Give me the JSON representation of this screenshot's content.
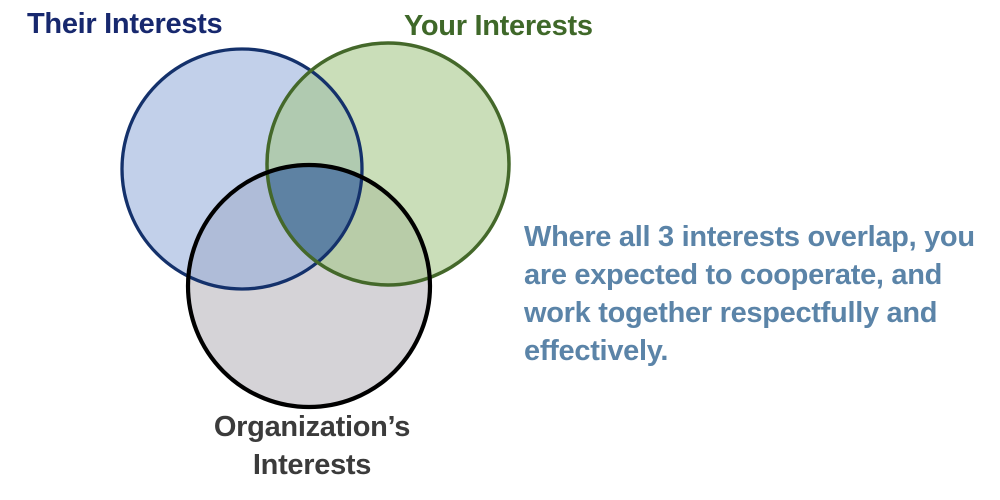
{
  "page": {
    "background": "#FFFFFF"
  },
  "diagram": {
    "type": "venn",
    "description": "Three-circle Venn diagram of overlapping interests",
    "sets": [
      {
        "id": "their",
        "label": "Their Interests",
        "label_color": "#17286E",
        "fill": "#8FA9D9",
        "stroke": "#14316B"
      },
      {
        "id": "your",
        "label": "Your Interests",
        "label_color": "#3F6829",
        "fill": "#A3C687",
        "stroke": "#44682A"
      },
      {
        "id": "organization",
        "label": "Organization’s Interests",
        "label_lines": {
          "line1": "Organization’s",
          "line2": "Interests"
        },
        "label_color": "#3B3B3B",
        "fill": "#ABA7AF",
        "stroke": "#000000"
      }
    ],
    "center_overlap_color": "#5E82A3",
    "caption": {
      "text": "Where all 3 interests overlap, you are expected to cooperate, and work together respectfully and effectively.",
      "color": "#5B84A8",
      "lines": {
        "line1": "Where all 3 interests overlap, you",
        "line2": "are expected to cooperate, and",
        "line3": "work together respectfully and",
        "line4": "effectively."
      }
    }
  }
}
